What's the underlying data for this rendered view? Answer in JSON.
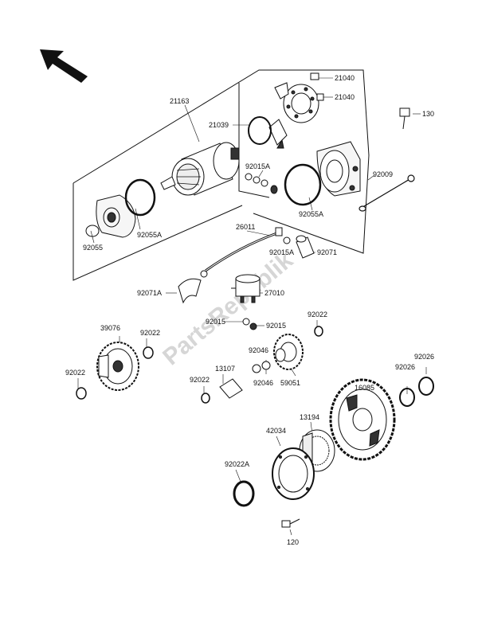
{
  "watermark": "PartsRepublik",
  "labels": {
    "p21163": "21163",
    "p21040a": "21040",
    "p21040b": "21040",
    "p130": "130",
    "p21039": "21039",
    "p92015a_top": "92015A",
    "p92009": "92009",
    "p92055a_right": "92055A",
    "p92055a_left": "92055A",
    "p92055": "92055",
    "p26011": "26011",
    "p92015a_mid": "92015A",
    "p92071": "92071",
    "p92071a": "92071A",
    "p27010": "27010",
    "p92015_left": "92015",
    "p92015_right": "92015",
    "p92022_a": "92022",
    "p39076": "39076",
    "p92022_b": "92022",
    "p92046_a": "92046",
    "p92046_b": "92046",
    "p13107": "13107",
    "p92022_c": "92022",
    "p92022_d": "92022",
    "p59051": "59051",
    "p16085": "16085",
    "p92026_a": "92026",
    "p92026_b": "92026",
    "p13194": "13194",
    "p42034": "42034",
    "p92022a": "92022A",
    "p120": "120"
  },
  "colors": {
    "ink": "#111111",
    "watermark": "#d6d6d6"
  }
}
